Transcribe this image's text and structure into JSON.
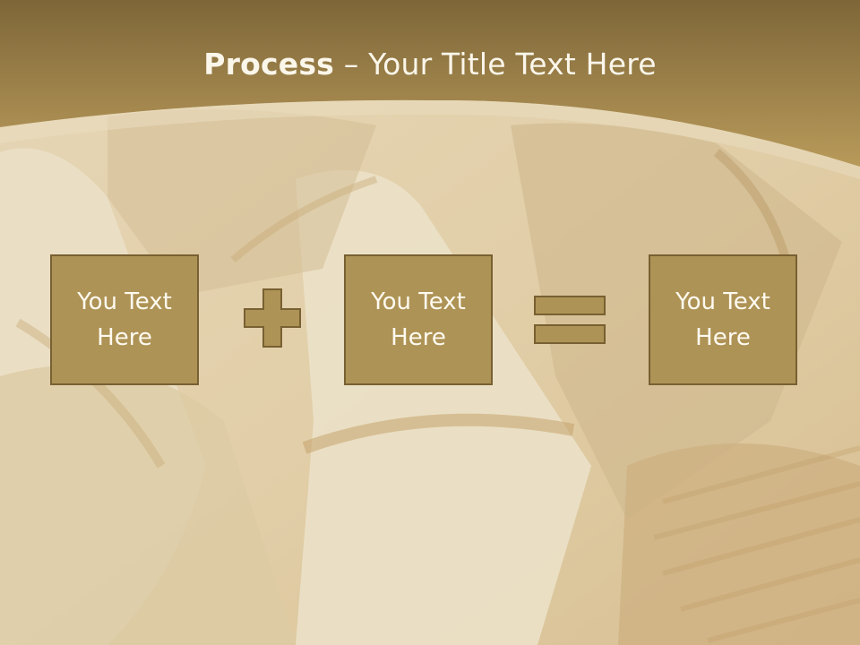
{
  "slide": {
    "title_bold": "Process",
    "title_rest": " – Your Title Text Here",
    "boxes": [
      {
        "line1": "You Text",
        "line2": "Here"
      },
      {
        "line1": "You Text",
        "line2": "Here"
      },
      {
        "line1": "You Text",
        "line2": "Here"
      }
    ],
    "operators": [
      "plus-icon",
      "equals-icon"
    ]
  },
  "colors": {
    "header_band": "#9c8041",
    "box_fill": "#ae9356",
    "box_border": "#786032",
    "text": "#fffaf0"
  }
}
